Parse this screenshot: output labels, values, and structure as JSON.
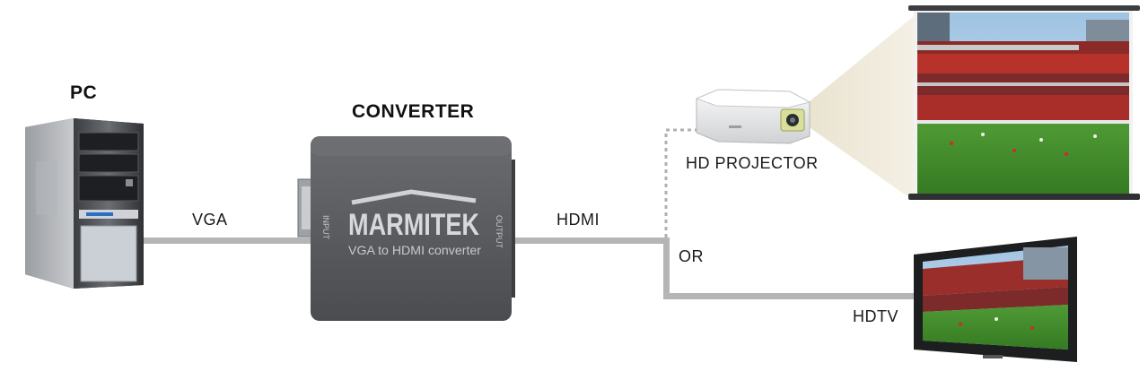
{
  "labels": {
    "pc": "PC",
    "converter": "CONVERTER",
    "vga": "VGA",
    "hdmi": "HDMI",
    "hd_projector": "HD PROJECTOR",
    "or": "OR",
    "hdtv": "HDTV"
  },
  "converter_device": {
    "brand": "MARMITEK",
    "model": "VGA to HDMI converter",
    "input_port": "INPUT",
    "output_port": "OUTPUT"
  },
  "icons": [
    "pc-tower-icon",
    "converter-box-icon",
    "projector-icon",
    "projection-screen-icon",
    "hdtv-icon"
  ],
  "colors": {
    "cable": "#b5b5b5",
    "converter_body": "#5a5c60",
    "pitch_green": "#3f8a2a",
    "stadium_red": "#b8322c"
  }
}
